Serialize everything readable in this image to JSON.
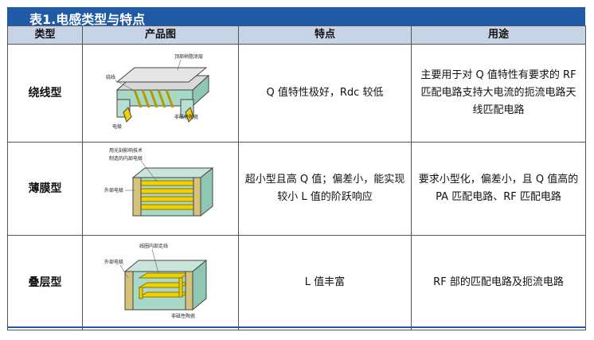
{
  "title": "表1.电感类型与特点",
  "headers": [
    "类型",
    "产品图",
    "特点",
    "用途"
  ],
  "rows": [
    {
      "type": "绕线型",
      "feature": "Q 值特性极好，Rdc 较低",
      "usage": "主要用于对 Q 值特性有要求的 RF 匹配电路支持大电流的扼流电路天线匹配电路",
      "image_labels": [
        "顶部树脂涂层",
        "绕线",
        "非磁性陶瓷",
        "电极"
      ]
    },
    {
      "type": "薄膜型",
      "feature": "超小型且高 Q 值；偏差小，能实现较小 L 值的阶跃响应",
      "usage": "要求小型化，偏差小，且 Q 值高的 PA 匹配电路、RF 匹配电路",
      "image_labels": [
        "用光刻影响技术",
        "制造的内部电极",
        "外部电极"
      ]
    },
    {
      "type": "叠层型",
      "feature": "L 值丰富",
      "usage": "RF 部的匹配电路及扼流电路",
      "image_labels": [
        "线圈内部走线",
        "外部电极",
        "非磁性陶瓷"
      ]
    }
  ]
}
